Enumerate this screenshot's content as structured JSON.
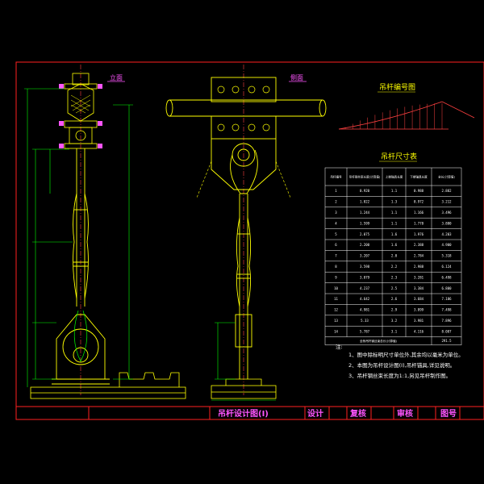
{
  "colors": {
    "background": "#000000",
    "frame": "#ff2020",
    "part": "#ffff00",
    "center": "#ff4040",
    "dim": "#00ff00",
    "table": "#ffffff",
    "label": "#ff55ff"
  },
  "views": {
    "front_label": "立面",
    "side_label": "侧面",
    "scheme_title": "吊杆编号图",
    "table_title": "吊杆尺寸表"
  },
  "table": {
    "headers": [
      "吊杆编号",
      "吊杆钢丝束长度(计算值)",
      "上端锚具长度",
      "下端锚具长度",
      "全长(计算值)"
    ],
    "rows": [
      [
        "1",
        "0.920",
        "1.1",
        "0.988",
        "2.882"
      ],
      [
        "2",
        "1.022",
        "1.3",
        "0.972",
        "3.212"
      ],
      [
        "3",
        "1.244",
        "1.1",
        "1.166",
        "3.496"
      ],
      [
        "4",
        "1.599",
        "1.1",
        "1.778",
        "3.880"
      ],
      [
        "5",
        "2.075",
        "1.6",
        "1.976",
        "4.203"
      ],
      [
        "6",
        "2.200",
        "1.6",
        "2.388",
        "4.900"
      ],
      [
        "7",
        "3.207",
        "2.0",
        "2.784",
        "5.318"
      ],
      [
        "8",
        "3.598",
        "2.2",
        "2.988",
        "6.124"
      ],
      [
        "9",
        "3.879",
        "2.3",
        "3.281",
        "6.498"
      ],
      [
        "10",
        "4.237",
        "2.5",
        "3.384",
        "6.800"
      ],
      [
        "11",
        "4.642",
        "2.6",
        "3.684",
        "7.186"
      ],
      [
        "12",
        "4.981",
        "2.9",
        "3.899",
        "7.498"
      ],
      [
        "13",
        "5.33",
        "3.2",
        "3.981",
        "7.896"
      ],
      [
        "14",
        "5.787",
        "3.1",
        "4.116",
        "8.087"
      ]
    ],
    "footer_label": "全桥吊杆钢丝束总长(计算值)",
    "footer_value": "291.5"
  },
  "notes": {
    "heading": "注:",
    "items": [
      "1、图中除标明尺寸单位外,其余均以毫米为单位。",
      "2、本图为吊杆设计图(I),吊杆锚具,详见说明。",
      "3、吊杆钢丝束长度为1:1,另见吊杆制作图。"
    ]
  },
  "title_block": {
    "drawing_title": "吊杆设计图(I)",
    "designer": "设计",
    "checker": "复核",
    "reviewer": "审核",
    "sheet": "图号"
  }
}
